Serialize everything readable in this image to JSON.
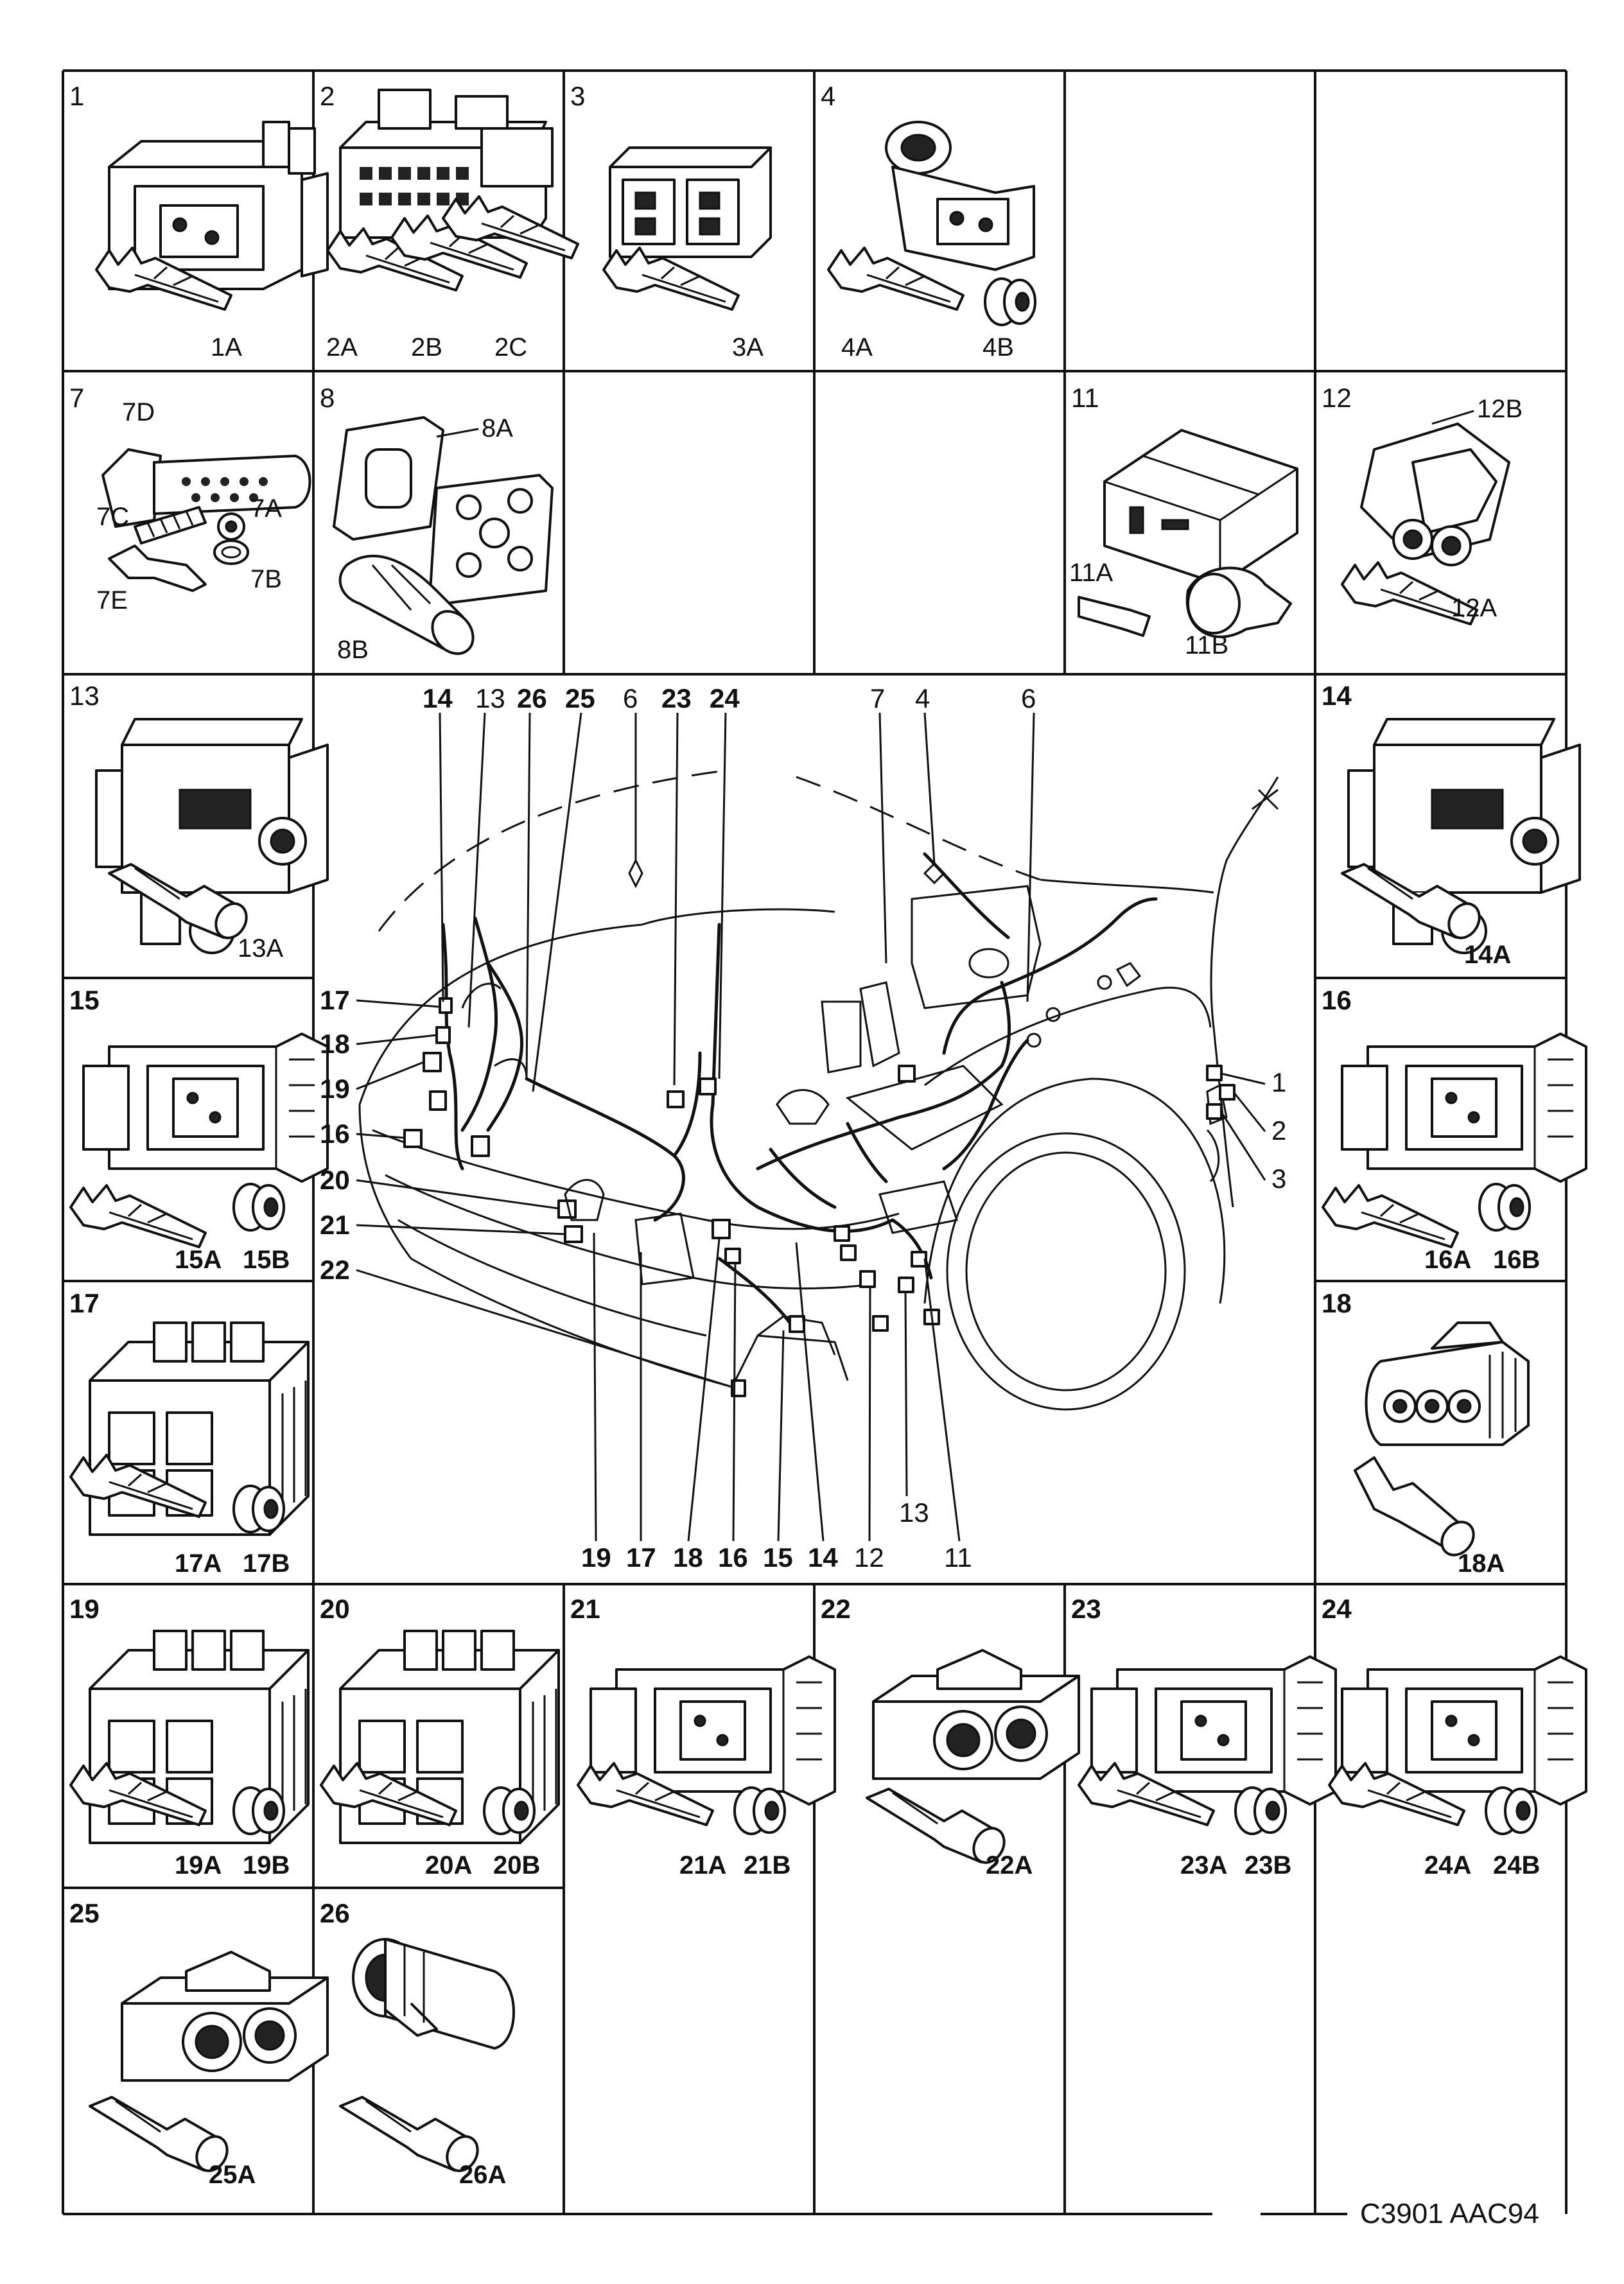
{
  "caption": "C3901 AAC94",
  "cells": [
    {
      "id": "1",
      "parts": [
        "1A"
      ]
    },
    {
      "id": "2",
      "parts": [
        "2A",
        "2B",
        "2C"
      ]
    },
    {
      "id": "3",
      "parts": [
        "3A"
      ]
    },
    {
      "id": "4",
      "parts": [
        "4A",
        "4B"
      ]
    },
    {
      "id": "7",
      "parts": [
        "7D",
        "7C",
        "7A",
        "7E",
        "7B"
      ]
    },
    {
      "id": "8",
      "parts": [
        "8A",
        "8B"
      ]
    },
    {
      "id": "11",
      "parts": [
        "11A",
        "11B"
      ]
    },
    {
      "id": "12",
      "parts": [
        "12B",
        "12A"
      ]
    },
    {
      "id": "13",
      "parts": [
        "13A"
      ]
    },
    {
      "id": "14",
      "parts": [
        "14A"
      ]
    },
    {
      "id": "15",
      "parts": [
        "15A",
        "15B"
      ]
    },
    {
      "id": "16",
      "parts": [
        "16A",
        "16B"
      ]
    },
    {
      "id": "17",
      "parts": [
        "17A",
        "17B"
      ]
    },
    {
      "id": "18",
      "parts": [
        "18A"
      ]
    },
    {
      "id": "19",
      "parts": [
        "19A",
        "19B"
      ]
    },
    {
      "id": "20",
      "parts": [
        "20A",
        "20B"
      ]
    },
    {
      "id": "21",
      "parts": [
        "21A",
        "21B"
      ]
    },
    {
      "id": "22",
      "parts": [
        "22A"
      ]
    },
    {
      "id": "23",
      "parts": [
        "23A",
        "23B"
      ]
    },
    {
      "id": "24",
      "parts": [
        "24A",
        "24B"
      ]
    },
    {
      "id": "25",
      "parts": [
        "25A"
      ]
    },
    {
      "id": "26",
      "parts": [
        "26A"
      ]
    }
  ],
  "engine_bay": {
    "top_labels": [
      "14",
      "13",
      "26",
      "25",
      "6",
      "23",
      "24",
      "7",
      "4",
      "6"
    ],
    "left_labels": [
      "17",
      "18",
      "19",
      "16",
      "20",
      "21",
      "22"
    ],
    "right_labels": [
      "1",
      "2",
      "3"
    ],
    "bottom_labels": [
      "19",
      "17",
      "18",
      "16",
      "15",
      "14",
      "12",
      "11"
    ],
    "inner_label": "13"
  }
}
